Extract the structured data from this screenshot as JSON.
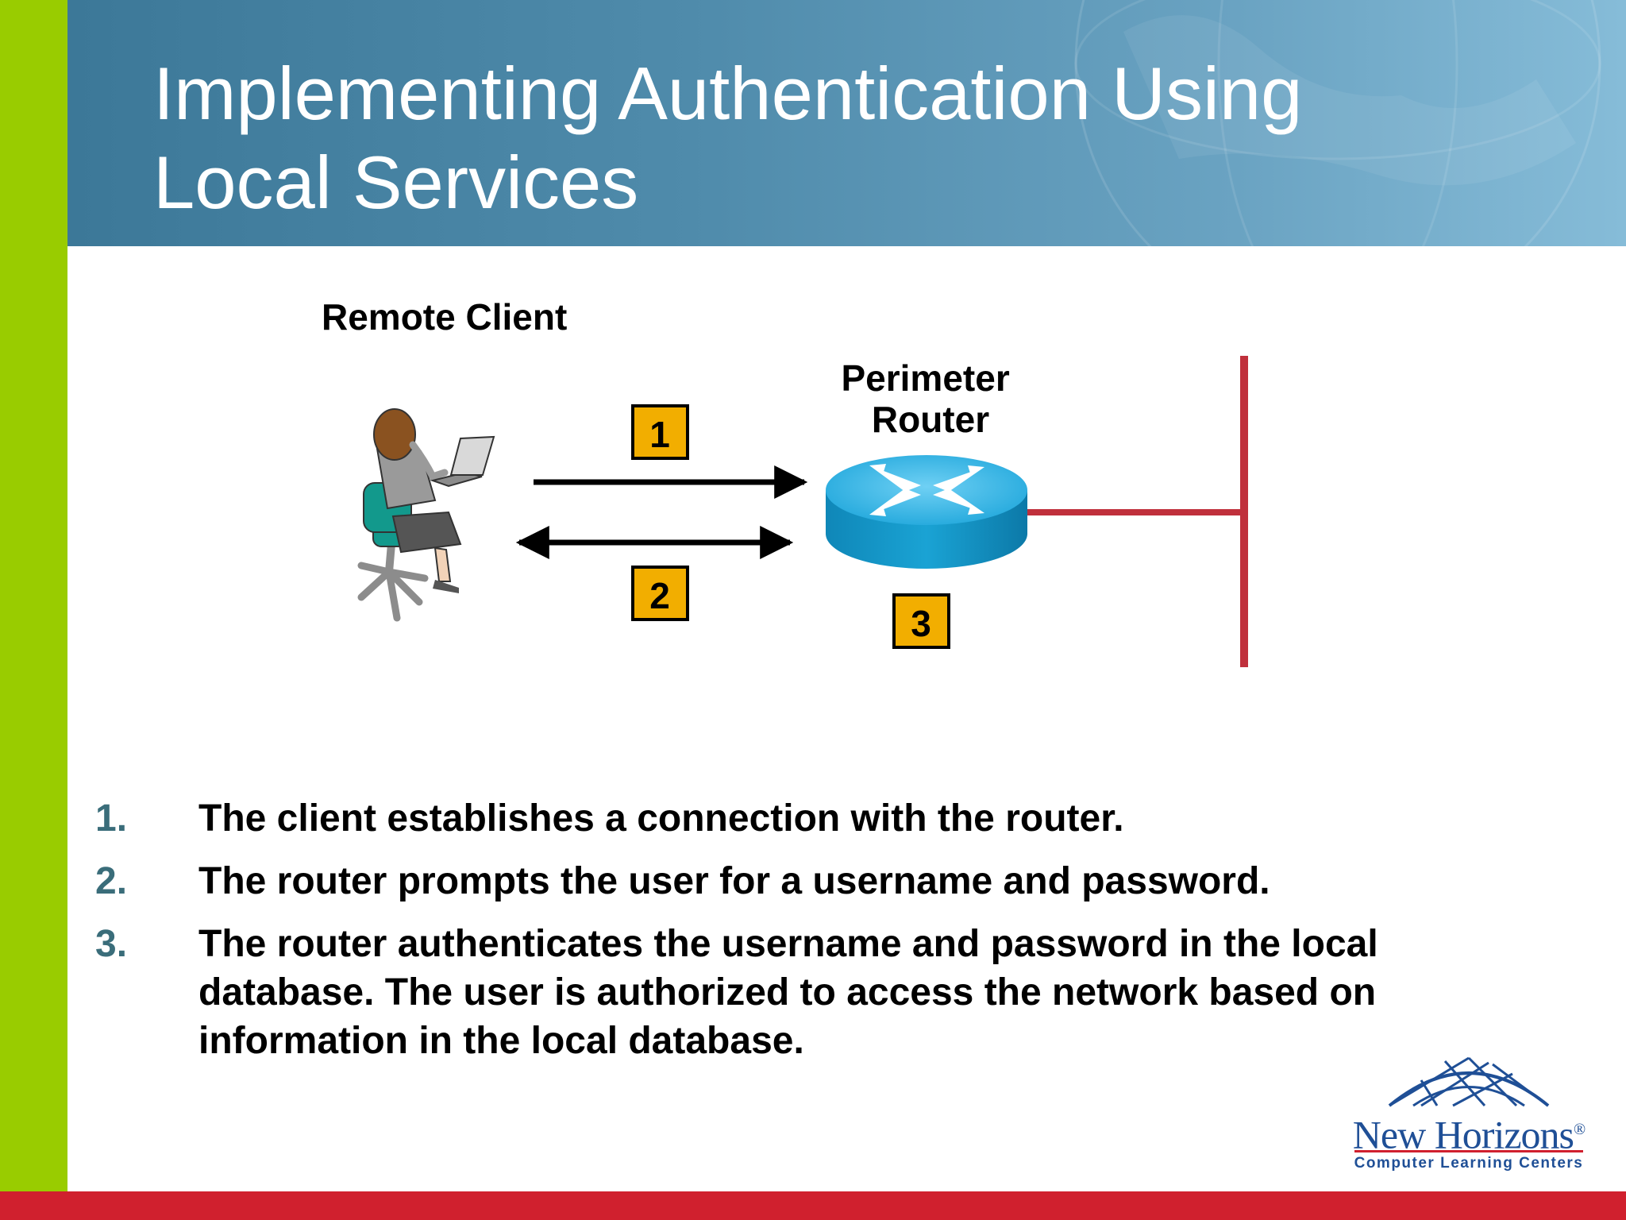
{
  "slide": {
    "title_lines": [
      "Implementing Authentication Using",
      "Local Services"
    ]
  },
  "diagram": {
    "remote_client_label": "Remote Client",
    "router_label_lines": [
      "Perimeter",
      "Router"
    ],
    "steps": [
      "1",
      "2",
      "3"
    ]
  },
  "list": [
    {
      "number": "1.",
      "text": "The client establishes a connection with the router."
    },
    {
      "number": "2.",
      "text": "The router prompts the user for a username and password."
    },
    {
      "number": "3.",
      "text": "The router authenticates the username and password in the local database. The user is authorized to access the network based on information in the local database."
    }
  ],
  "logo": {
    "name": "New Horizons",
    "registered": "®",
    "subtitle": "Computer Learning Centers"
  },
  "colors": {
    "accent_green": "#99cc00",
    "footer_red": "#d0202e",
    "header_blue": "#4f8bab",
    "step_box": "#f2ae00",
    "network_line": "#c0303c",
    "router_blue": "#1aa3d4",
    "list_number": "#3a6d7a",
    "logo_blue": "#1f4f96"
  }
}
